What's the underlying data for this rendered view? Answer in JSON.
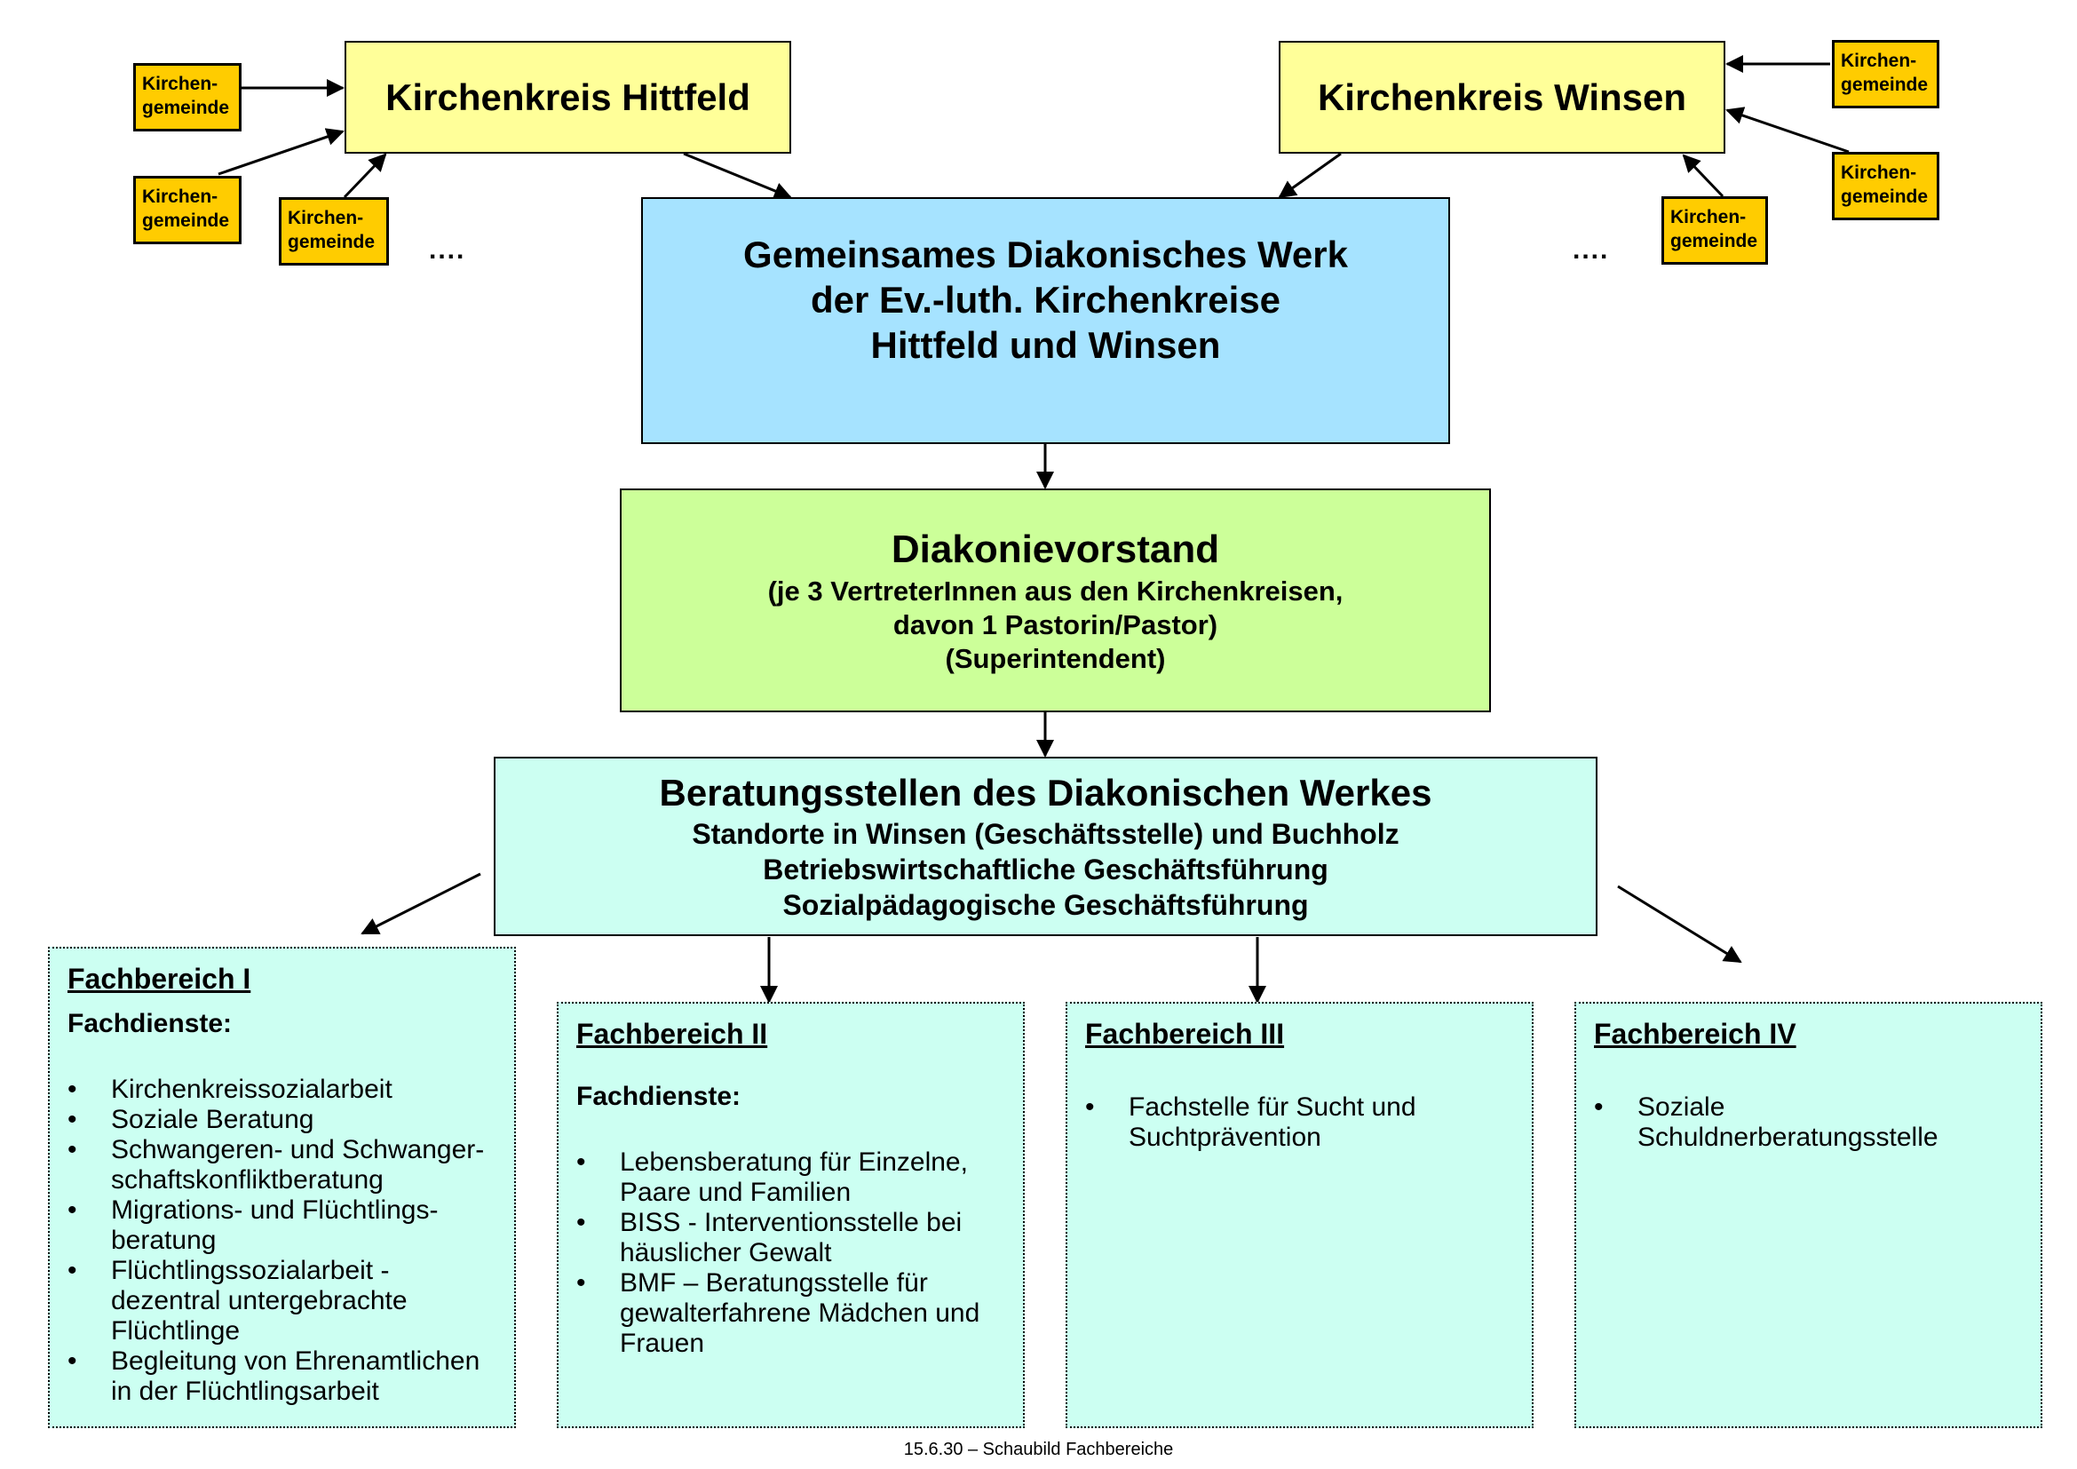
{
  "kirchenkreise": {
    "hittfeld": "Kirchenkreis Hittfeld",
    "winsen": "Kirchenkreis Winsen"
  },
  "kirchengemeinde": {
    "line1": "Kirchen-",
    "line2": "gemeinde"
  },
  "ellipsis": "....",
  "werk": {
    "line1": "Gemeinsames Diakonisches Werk",
    "line2": "der Ev.-luth. Kirchenkreise",
    "line3": "Hittfeld und Winsen"
  },
  "vorstand": {
    "title": "Diakonievorstand",
    "line1": "(je 3 VertreterInnen aus den Kirchenkreisen,",
    "line2": "davon 1 Pastorin/Pastor)",
    "line3": "(Superintendent)"
  },
  "beratung": {
    "title": "Beratungsstellen des Diakonischen Werkes",
    "line1": "Standorte in Winsen (Geschäftsstelle) und Buchholz",
    "line2": "Betriebswirtschaftliche Geschäftsführung",
    "line3": "Sozialpädagogische Geschäftsführung"
  },
  "fachbereiche": [
    {
      "title": "Fachbereich I",
      "subtitle": "Fachdienste:",
      "items": [
        [
          "Kirchenkreissozialarbeit"
        ],
        [
          "Soziale Beratung"
        ],
        [
          "Schwangeren- und Schwanger-",
          "schaftskonfliktberatung"
        ],
        [
          "Migrations- und Flüchtlings-",
          "beratung"
        ],
        [
          "Flüchtlingssozialarbeit  -",
          "dezentral untergebrachte",
          "Flüchtlinge"
        ],
        [
          "Begleitung von Ehrenamtlichen",
          "in der Flüchtlingsarbeit"
        ]
      ]
    },
    {
      "title": "Fachbereich II",
      "subtitle": "Fachdienste:",
      "items": [
        [
          "Lebensberatung für Einzelne,",
          "Paare und Familien"
        ],
        [
          "BISS - Interventionsstelle bei",
          "häuslicher Gewalt"
        ],
        [
          "BMF – Beratungsstelle für",
          "gewalterfahrene Mädchen und",
          "Frauen"
        ]
      ]
    },
    {
      "title": "Fachbereich III",
      "items": [
        [
          "Fachstelle für Sucht und",
          "Suchtprävention"
        ]
      ]
    },
    {
      "title": "Fachbereich IV",
      "items": [
        [
          "Soziale",
          "Schuldnerberatungsstelle"
        ]
      ]
    }
  ],
  "caption": "15.6.30 – Schaubild Fachbereiche"
}
